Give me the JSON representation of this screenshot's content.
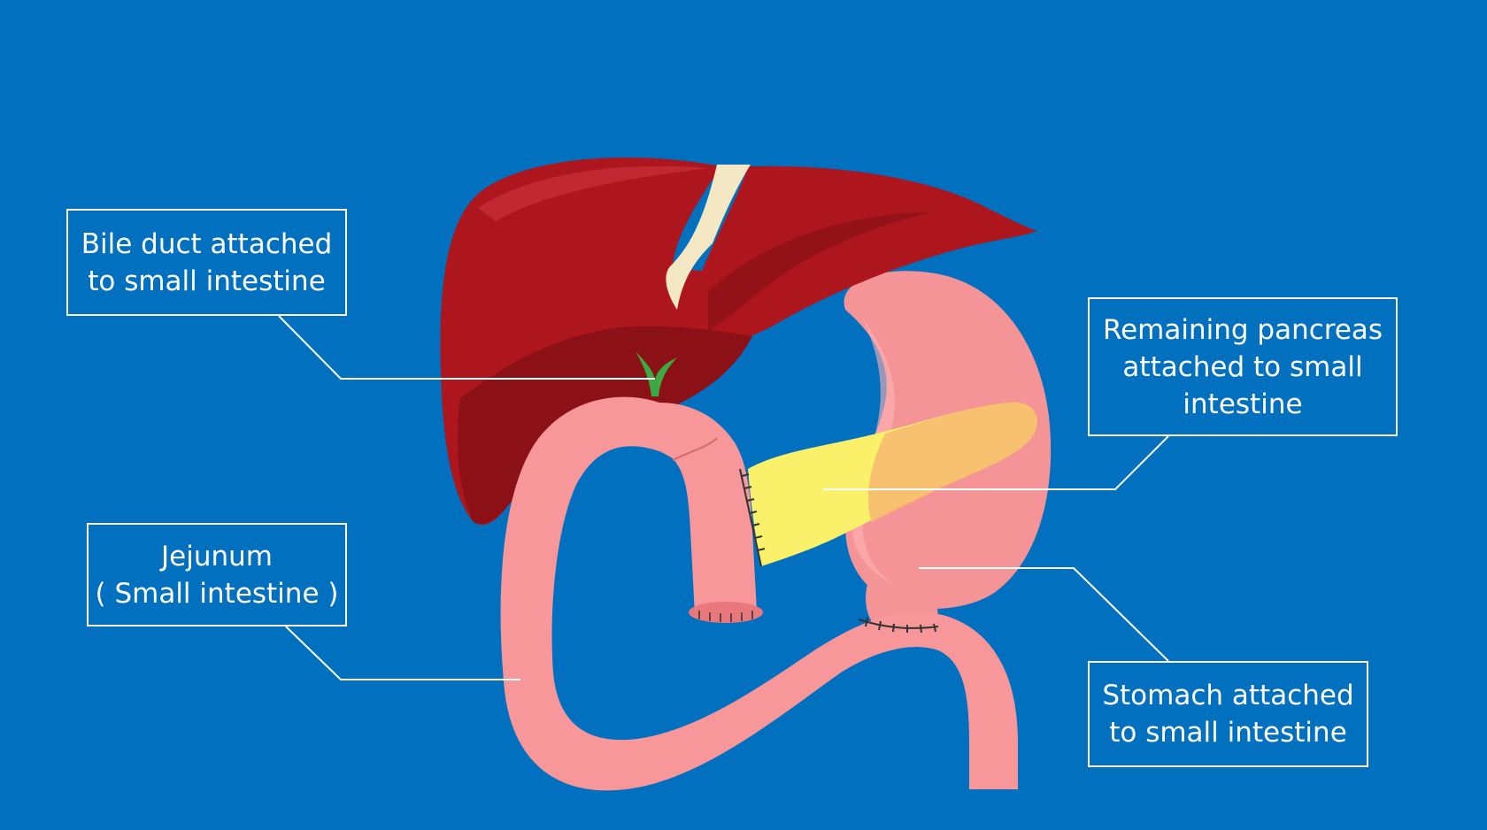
{
  "colors": {
    "background": "#0070BF",
    "liver": "#AE161E",
    "liver_shadow": "#8C1116",
    "intestine": "#F7979A",
    "stomach": "#F59497",
    "pancreas": "#FAF06A",
    "bile_duct": "#3BAA45",
    "ligament": "#F3E7C4",
    "leader_line": "#FFFFFF"
  },
  "labels": {
    "bile_duct": {
      "line1": "Bile duct attached",
      "line2": "to small intestine"
    },
    "jejunum": {
      "line1": "Jejunum",
      "line2": "( Small intestine )"
    },
    "pancreas": {
      "line1": "Remaining pancreas",
      "line2": "attached to small",
      "line3": "intestine"
    },
    "stomach": {
      "line1": "Stomach attached",
      "line2": "to small intestine"
    }
  }
}
